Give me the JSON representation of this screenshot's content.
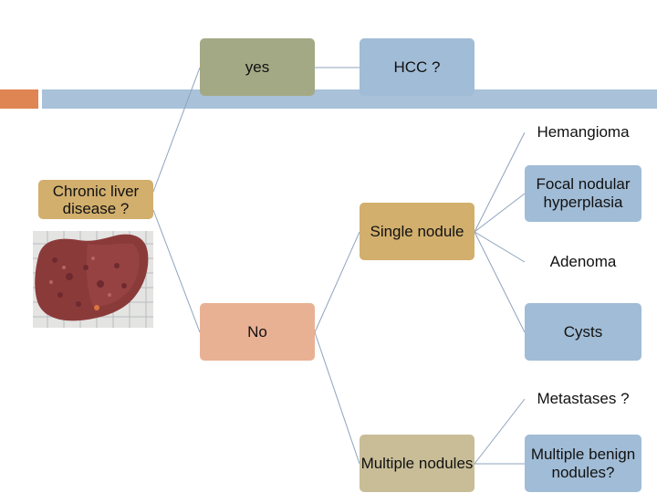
{
  "nodes": {
    "yes": "yes",
    "hcc": "HCC ?",
    "hemangioma": "Hemangioma",
    "chronic_liver_disease": "Chronic liver disease ?",
    "focal_nodular_hyperplasia": "Focal nodular hyperplasia",
    "single_nodule": "Single nodule",
    "adenoma": "Adenoma",
    "no": "No",
    "cysts": "Cysts",
    "metastases": "Metastases ?",
    "multiple_nodules": "Multiple nodules",
    "multiple_benign_nodules": "Multiple benign nodules?"
  },
  "colors": {
    "accent_orange": "#df8453",
    "accent_blue": "#a9c1d9",
    "olive": "#a4a985",
    "blue": "#a1bcd6",
    "tan": "#d2af6d",
    "salmon": "#e9b194",
    "khaki": "#c8bd97",
    "connector": "#8ea3bd"
  }
}
